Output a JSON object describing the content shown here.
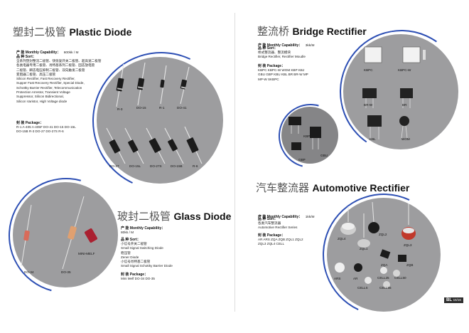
{
  "plastic": {
    "title_cn": "塑封二极管",
    "title_en": "Plastic Diode",
    "cap_label": "产 能 Monthly Capability：",
    "cap_value": "600kk / M",
    "sort_label": "品 种 Sort：",
    "sort_lines": [
      "全系列塑封整流二极管、快恢复开关二极管、超高速二极管",
      "各类电器专用二极管、肖特基系列二极管、固态放电管",
      "二极管、瞬态电压抑制二极管、双向触发二极管",
      "变阻器二极管、高压二极管",
      "Silicon Rectifier, Fast Recovery Rectifier,",
      "Supper Fast Recovery Rectifier, Special Diode,",
      "Schottky Barrier Rectifier, Telecommunication",
      "Protection Arrestor, Transient Voltage",
      "Suppressor, Silicon Bidirectional,",
      "Silicon Varistor, High Voltage diode"
    ],
    "pkg_label": "封 装 Package：",
    "pkg_lines": [
      "R-1 A-405 A-405F DO-41 DO-15 DO-15L",
      "DO-15B R-3 DO-27 DO-27S R-6"
    ],
    "parts": [
      "R-3",
      "DO-15",
      "R-1",
      "DO-41",
      "DO-27",
      "DO-15L",
      "DO-27S",
      "DO-15B",
      "R-6"
    ]
  },
  "glass": {
    "title_cn": "玻封二极管",
    "title_en": "Glass Diode",
    "cap_label": "产 能 Monthly Capability：",
    "cap_value": "80kk / M",
    "sort_label": "品 种 Sort：",
    "sort_lines": [
      "小信号开关二极管",
      "Small Signal Switching Diode",
      "稳压管",
      "Zener Diode",
      "小信号肖特基二极管",
      "Small Signal Schottky Barrier Diode"
    ],
    "pkg_label": "封 装 Package：",
    "pkg_value": "Mini Melf DO-34 DO-35",
    "parts": [
      "DO-34",
      "DO-35",
      "MINI-MELF"
    ]
  },
  "bridge": {
    "title_cn": "整流桥",
    "title_en": "Bridge Rectifier",
    "cap_label": "产 能 Monthly Capability：",
    "cap_value": "3kk/M",
    "sort_label": "品 种 Sort：",
    "sort_lines": [
      "桥式整流器、整流模块",
      "Bridge Rectifier, Rectifier Moudle"
    ],
    "pkg_label": "封 装 Package：",
    "pkg_lines": [
      "KBPC KBPC-W WOM KBP KBJ",
      "GBU GBP KBU KBL BR BR-W MP",
      "MP-W SKBPC"
    ],
    "parts": [
      "KBPC",
      "KBPC-W",
      "BR-W",
      "BR",
      "KBL",
      "WOM",
      "KBP",
      "GBU",
      "GBP"
    ]
  },
  "auto": {
    "title_cn": "汽车整流器",
    "title_en": "Automotive Rectifier",
    "cap_label": "产 能 Monthly Capability：",
    "cap_value": "1kk/M",
    "sort_label": "品 种 Sort：",
    "sort_lines": [
      "各类汽车整流器",
      "Automotive Rectifier Series"
    ],
    "pkg_label": "封 装 Package：",
    "pkg_lines": [
      "AR ARS ZQA ZQB ZQL1 ZQL2",
      "ZQL3 ZQL4 CELL"
    ],
    "parts": [
      "ZQL4",
      "ZQL2",
      "ZQL1",
      "ZQL3",
      "ZQA",
      "ZQB",
      "ARS",
      "AR",
      "CELL25",
      "CELL50",
      "CELLS",
      "CELL55"
    ]
  },
  "footer": {
    "logo": "BL",
    "page": "15/16"
  }
}
